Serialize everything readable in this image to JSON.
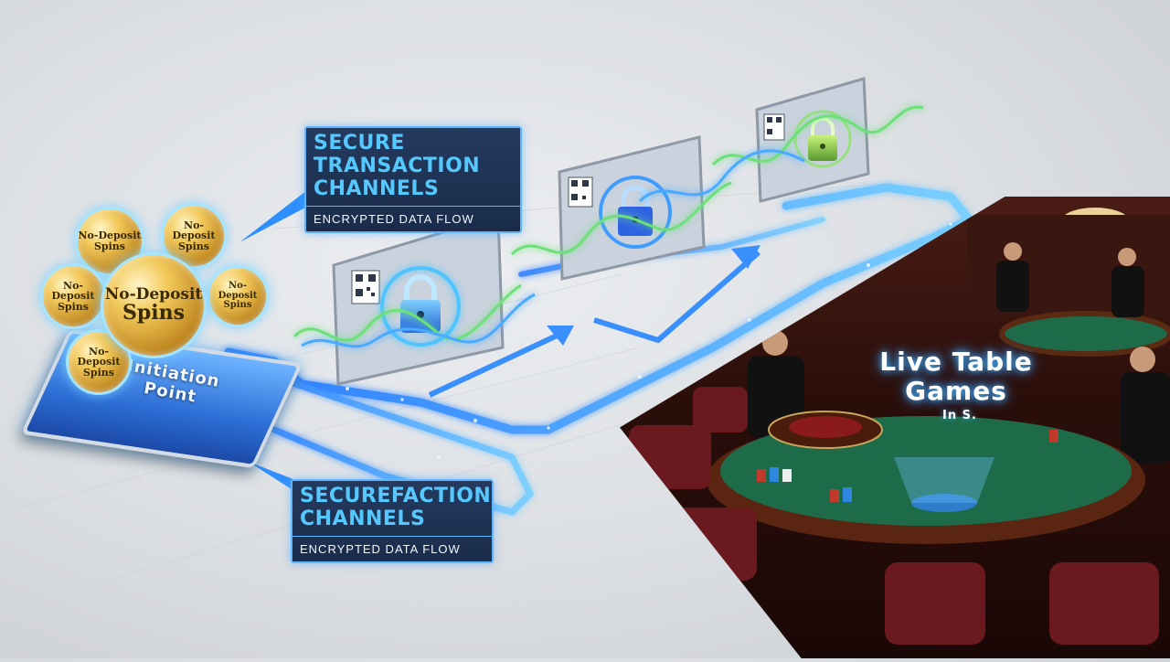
{
  "callouts": {
    "top": {
      "title_line1": "Secure",
      "title_line2": "Transaction",
      "title_line3": "Channels",
      "subtitle": "Encrypted Data Flow"
    },
    "bottom": {
      "title_line1": "Securefaction",
      "title_line2": "Channels",
      "subtitle": "Encrypted Data Flow"
    }
  },
  "coins": {
    "center": [
      "No-Deposit",
      "Spins"
    ],
    "top_left": [
      "No-Deposit",
      "Spins"
    ],
    "top_right": [
      "No-Deposit",
      "Spins"
    ],
    "left": [
      "No-Deposit",
      "Spins"
    ],
    "right": [
      "No-Deposit",
      "Spins"
    ],
    "bottom": [
      "No-Deposit",
      "Spins"
    ]
  },
  "initiation": {
    "label_line1": "Initiation",
    "label_line2": "Point"
  },
  "casino": {
    "title_line1": "Live Table",
    "title_line2": "Games",
    "subtitle": "In S."
  },
  "colors": {
    "flow_blue": "#3aa0ff",
    "glow_green": "#6de07a",
    "callout_bg": "#1f3354",
    "callout_border": "#5fb6ff",
    "felt": "#1e6b4a"
  },
  "icons": [
    "lock-icon",
    "qr-code-icon",
    "arrow-icon",
    "coin-icon"
  ]
}
